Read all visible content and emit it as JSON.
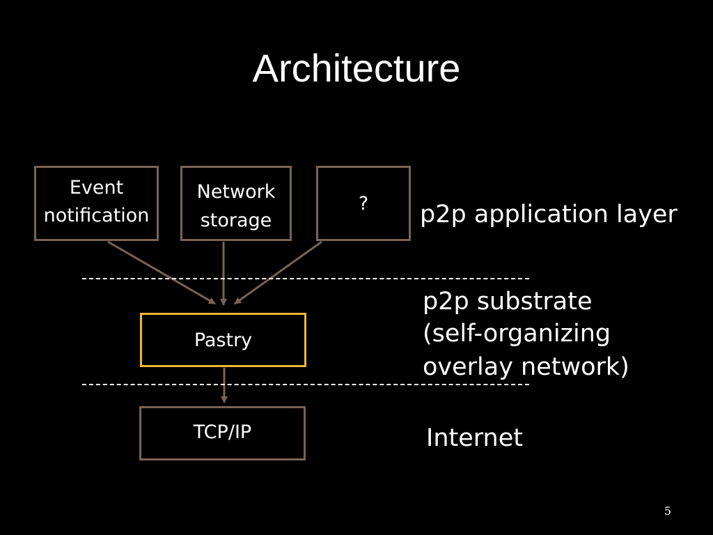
{
  "slide": {
    "title": "Architecture",
    "number": "5"
  },
  "boxes": {
    "event_notification": {
      "line1": "Event",
      "line2": "notification"
    },
    "network_storage": {
      "line1": "Network",
      "line2": "storage"
    },
    "unknown": {
      "label": "?"
    },
    "pastry": {
      "label": "Pastry"
    },
    "tcpip": {
      "label": "TCP/IP"
    }
  },
  "layers": {
    "application": "p2p application layer",
    "substrate_line1": "p2p substrate",
    "substrate_line2": "(self-organizing",
    "substrate_line3": "overlay network)",
    "internet": "Internet"
  },
  "colors": {
    "background": "#000000",
    "text": "#ffffff",
    "box_border": "#7a6256",
    "pastry_border": "#f2b736",
    "arrow": "#7a6256"
  }
}
